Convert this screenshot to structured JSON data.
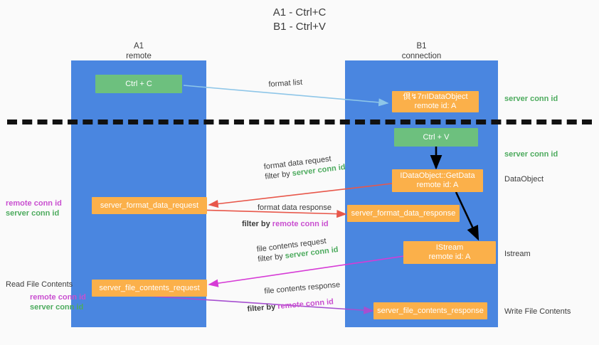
{
  "title": {
    "line1": "A1 - Ctrl+C",
    "line2": "B1 - Ctrl+V"
  },
  "lanes": [
    {
      "name": "A1",
      "sub": "remote"
    },
    {
      "name": "B1",
      "sub": "connection"
    }
  ],
  "boxes": {
    "ctrl_c": "Ctrl + C",
    "ctrl_v": "Ctrl + V",
    "idataobject_line1": "倶↯7rıIDataObject",
    "idataobject_line2": "remote id: A",
    "getdata_line1": "IDataObject::GetData",
    "getdata_line2": "remote id: A",
    "istream_line1": "IStream",
    "istream_line2": "remote id: A",
    "server_format_data_request": "server_format_data_request",
    "server_format_data_response": "server_format_data_response",
    "server_file_contents_request": "server_file_contents_request",
    "server_file_contents_response": "server_file_contents_response"
  },
  "edges": {
    "format_list": "format list",
    "format_data_request": "format data request",
    "format_data_request_filter_prefix": "filter by ",
    "format_data_request_filter_value": "server conn id",
    "format_data_response": "format data response",
    "format_data_response_filter_prefix": "filter by ",
    "format_data_response_filter_value": "remote conn id",
    "file_contents_request": "file contents request",
    "file_contents_request_filter_prefix": "filter by ",
    "file_contents_request_filter_value": "server conn id",
    "file_contents_response": "file contents response",
    "file_contents_response_filter_prefix": "filter by ",
    "file_contents_response_filter_value": "remote conn id"
  },
  "right_labels": {
    "server_conn_id_top": "server conn id",
    "server_conn_id_second": "server conn id",
    "dataobject": "DataObject",
    "istream": "Istream",
    "write_file_contents": "Write File Contents"
  },
  "left_labels": {
    "remote_conn_id_1": "remote conn id",
    "server_conn_id_1": "server conn id",
    "read_file_contents": "Read File Contents",
    "remote_conn_id_2": "remote conn id",
    "server_conn_id_2": "server conn id"
  },
  "colors": {
    "lane": "#4a86e0",
    "green_box": "#6dc07e",
    "orange_box": "#fbb04a",
    "green_text": "#4dab5e",
    "pink_text": "#c94fd0",
    "arrow_blue": "#8ec6e8",
    "arrow_red": "#e8574a",
    "arrow_magenta": "#d63bd6",
    "arrow_purple": "#a64fd0",
    "arrow_black": "#000000",
    "background": "#fafafa"
  }
}
